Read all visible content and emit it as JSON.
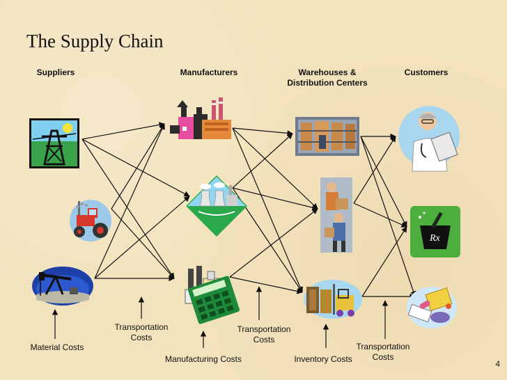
{
  "title": "The Supply Chain",
  "columns": {
    "suppliers": "Suppliers",
    "manufacturers": "Manufacturers",
    "warehouses_line1": "Warehouses &",
    "warehouses_line2": "Distribution Centers",
    "customers": "Customers"
  },
  "costs": {
    "material": "Material Costs",
    "transport1_line1": "Transportation",
    "transport1_line2": "Costs",
    "manufacturing": "Manufacturing Costs",
    "transport2_line1": "Transportation",
    "transport2_line2": "Costs",
    "inventory": "Inventory Costs",
    "transport3_line1": "Transportation",
    "transport3_line2": "Costs"
  },
  "page_number": "4",
  "nodes": [
    {
      "id": "supplier-power",
      "icon": "power-tower-icon"
    },
    {
      "id": "supplier-farm",
      "icon": "tractor-icon"
    },
    {
      "id": "supplier-oil",
      "icon": "oil-pump-icon"
    },
    {
      "id": "manufacturer-factory",
      "icon": "factory-icon"
    },
    {
      "id": "manufacturer-plant",
      "icon": "power-plant-icon"
    },
    {
      "id": "manufacturer-assembly",
      "icon": "assembly-plant-icon"
    },
    {
      "id": "warehouse-shelves",
      "icon": "warehouse-shelves-icon"
    },
    {
      "id": "warehouse-workers",
      "icon": "workers-icon"
    },
    {
      "id": "warehouse-forklift",
      "icon": "forklift-icon"
    },
    {
      "id": "customer-doctor",
      "icon": "doctor-icon"
    },
    {
      "id": "customer-pharmacy",
      "icon": "pharmacy-icon"
    },
    {
      "id": "customer-medicine",
      "icon": "medicine-icon"
    }
  ],
  "flows": [
    [
      "supplier-power",
      "manufacturer-factory"
    ],
    [
      "supplier-power",
      "manufacturer-plant"
    ],
    [
      "supplier-power",
      "manufacturer-assembly"
    ],
    [
      "supplier-farm",
      "manufacturer-factory"
    ],
    [
      "supplier-farm",
      "manufacturer-assembly"
    ],
    [
      "supplier-oil",
      "manufacturer-factory"
    ],
    [
      "supplier-oil",
      "manufacturer-plant"
    ],
    [
      "supplier-oil",
      "manufacturer-assembly"
    ],
    [
      "manufacturer-factory",
      "warehouse-shelves"
    ],
    [
      "manufacturer-factory",
      "warehouse-workers"
    ],
    [
      "manufacturer-factory",
      "warehouse-forklift"
    ],
    [
      "manufacturer-plant",
      "warehouse-shelves"
    ],
    [
      "manufacturer-plant",
      "warehouse-workers"
    ],
    [
      "manufacturer-plant",
      "warehouse-forklift"
    ],
    [
      "manufacturer-assembly",
      "warehouse-workers"
    ],
    [
      "manufacturer-assembly",
      "warehouse-forklift"
    ],
    [
      "warehouse-shelves",
      "customer-doctor"
    ],
    [
      "warehouse-shelves",
      "customer-pharmacy"
    ],
    [
      "warehouse-shelves",
      "customer-medicine"
    ],
    [
      "warehouse-workers",
      "customer-doctor"
    ],
    [
      "warehouse-workers",
      "customer-pharmacy"
    ],
    [
      "warehouse-forklift",
      "customer-pharmacy"
    ],
    [
      "warehouse-forklift",
      "customer-medicine"
    ]
  ]
}
